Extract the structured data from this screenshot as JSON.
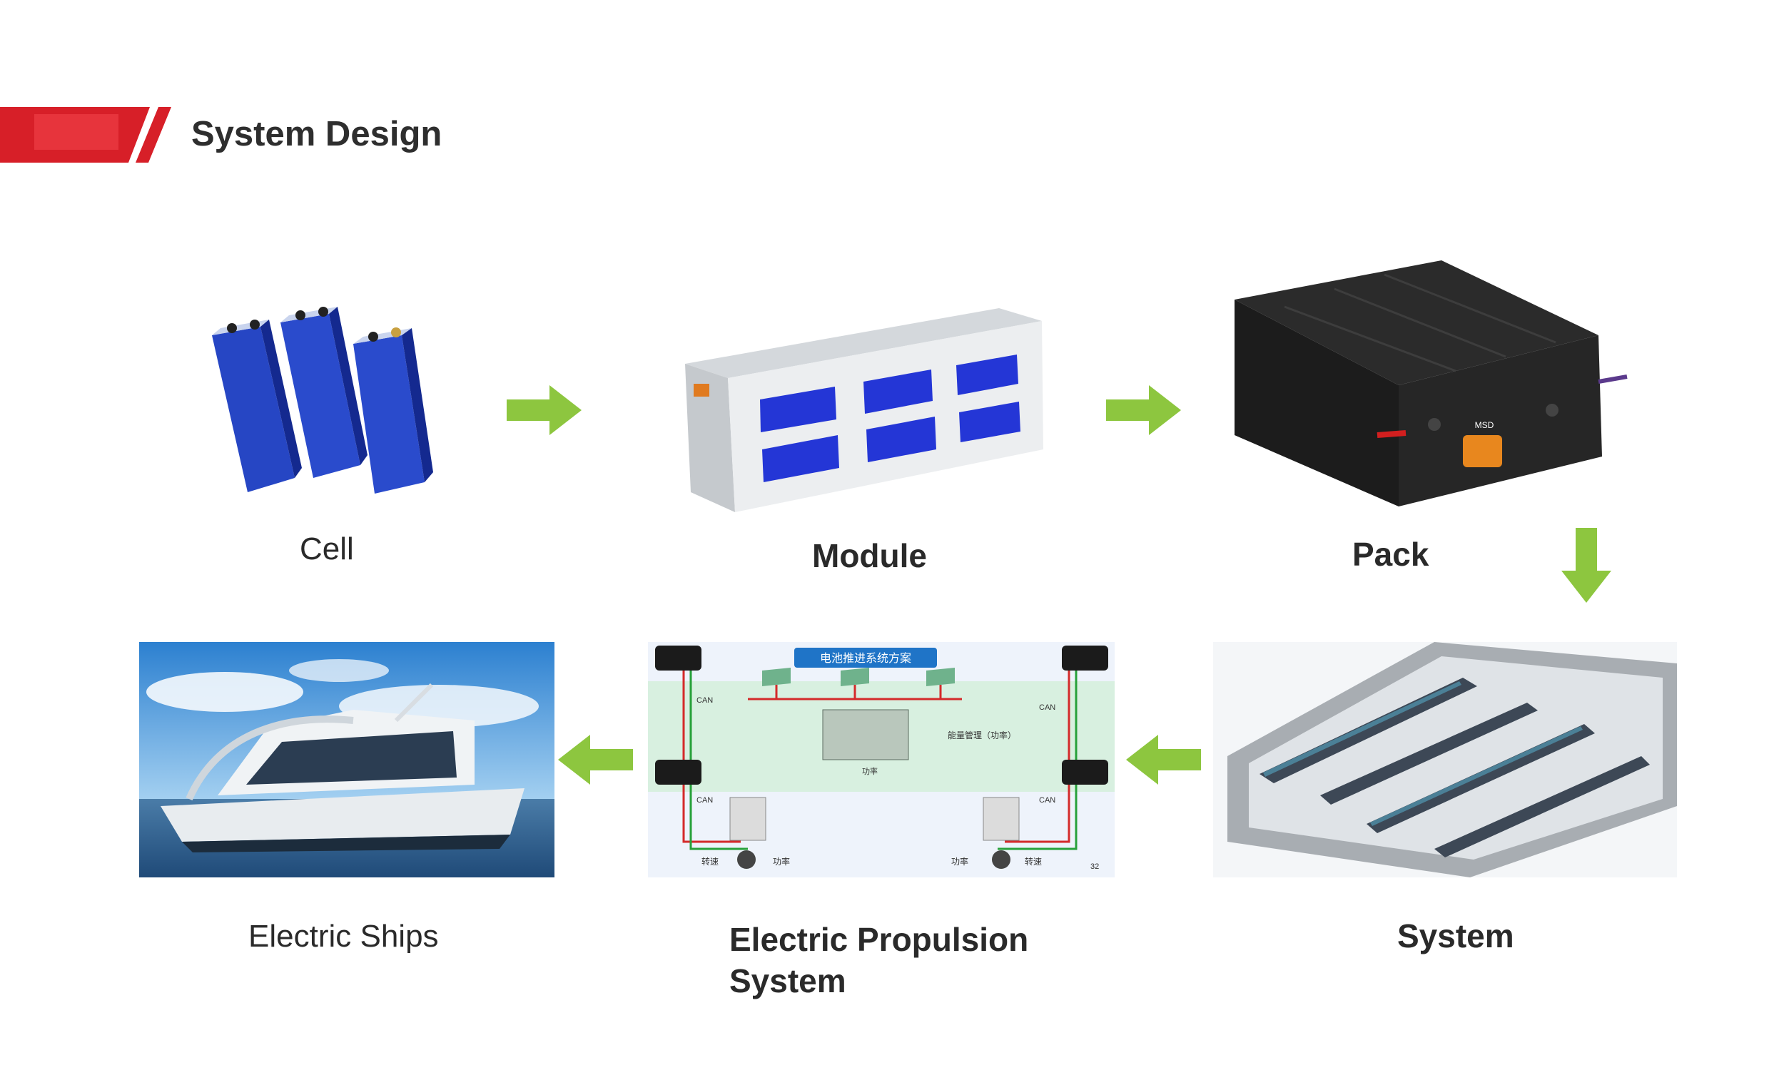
{
  "header": {
    "title": "System Design",
    "accent_color": "#d71f28"
  },
  "stages": {
    "cell": "Cell",
    "module": "Module",
    "pack": "Pack",
    "system": "System",
    "propulsion_line1": "Electric Propulsion",
    "propulsion_line2": "System",
    "ships": "Electric Ships"
  },
  "propulsion_diagram": {
    "title": "电池推进系统方案",
    "can_label": "CAN",
    "energy_mgmt": "能量管理（功率）",
    "power": "功率",
    "speed": "转速",
    "page_number": "32"
  },
  "pack_image": {
    "msd_label": "MSD"
  },
  "colors": {
    "arrow": "#8dc63f",
    "cell_blue": "#1f3fb5",
    "module_window": "#2436d6",
    "diagram_bg": "#d8f0e0",
    "ship_sky": "#3b8fd6"
  }
}
